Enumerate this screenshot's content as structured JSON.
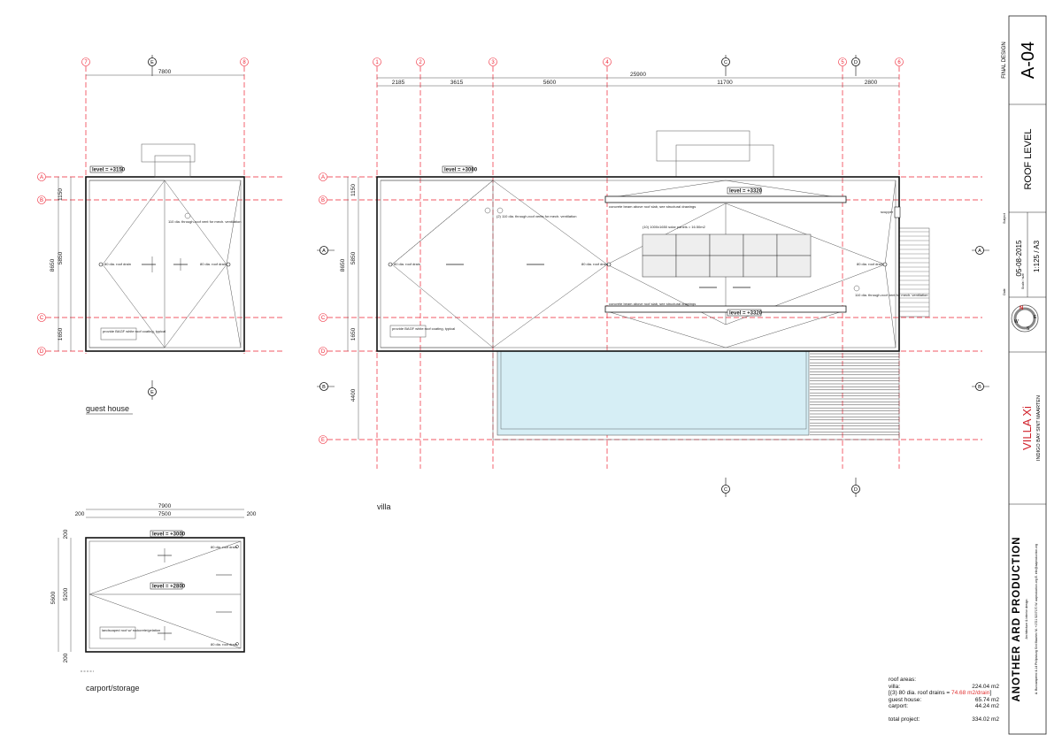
{
  "sheet": {
    "stage": "FINAL DESIGN",
    "number": "A-04",
    "title": "ROOF LEVEL",
    "subject_label": "Subject",
    "date_label": "Date",
    "scale_label": "Scale / size",
    "date": "05-08-2015",
    "scale": "1:125 / A3",
    "project": "VILLA Xi",
    "location": "INDIGO BAY SINT MAARTEN",
    "firm": "ANOTHER ARD PRODUCTION",
    "firm_sub": "Architecture & interior design",
    "firm_address": "A. Buncamperrd 4-14 Philipsburg Sint Maarten M. +1721 5207170 W. aaproduction.org E. info@aaproduction.org"
  },
  "compass": {
    "n": "N",
    "e": "E",
    "s": "S",
    "w": "W"
  },
  "views": {
    "guest": {
      "label": "guest house",
      "level": "level = +3150",
      "grid_top": [
        "7",
        "E",
        "8"
      ],
      "grid_side": [
        "A",
        "B",
        "C",
        "D"
      ],
      "grid_bottom": "E",
      "overall_dim": "7800",
      "side_dims": [
        "1150",
        "5850",
        "1650"
      ],
      "side_total": "8650",
      "drain_left": "80 dia. roof drain",
      "drain_right": "80 dia. roof drain",
      "vent": "110 dia. through-roof vent for mech. ventilation",
      "note": "provide BAGF white roof coating, typical"
    },
    "villa": {
      "label": "villa",
      "level": "level = +3000",
      "level_upper": "level = +3320",
      "level_lower": "level = +3320",
      "grid_top": [
        "1",
        "2",
        "3",
        "4",
        "C",
        "5",
        "D",
        "6"
      ],
      "grid_side": [
        "A",
        "B",
        "C",
        "D",
        "E"
      ],
      "grid_bottom": [
        "C",
        "D"
      ],
      "overall_dim": "25900",
      "top_dims": [
        "2185",
        "3615",
        "5600",
        "11700",
        "2800"
      ],
      "side_dims": [
        "1150",
        "5850",
        "1650",
        "4400"
      ],
      "side_total": "8650",
      "drain_1": "80 dia. roof drain",
      "drain_2": "80 dia. roof drain",
      "drain_3": "80 dia. roof drain",
      "vent_left": "(2) 110 dia. through-roof vents for mech. ventilation",
      "vent_right": "110 dia. through-roof vent for mech. ventilation",
      "beam_upper": "concrete beam above roof slab, see structural drawings",
      "beam_lower": "concrete beam above roof slab, see structural drawings",
      "solar": "(10) 1000x1650 solar panels = 16.50m2",
      "scupper": "scupper",
      "note": "provide BAGF white roof coating, typical"
    },
    "carport": {
      "label": "carport/storage",
      "level": "level = +3000",
      "level_mid": "level = +2800",
      "overall_dim": "7900",
      "inner_dim": "7500",
      "edge_dims": [
        "200",
        "200"
      ],
      "side_dims": [
        "200",
        "5200",
        "200"
      ],
      "side_total": "5600",
      "drain_top": "80 dia. roof drain",
      "drain_bottom": "80 dia. roof drain",
      "note": "landscaped roof w/ rockcrete/gelation"
    }
  },
  "roof_areas": {
    "heading": "roof areas:",
    "rows": [
      {
        "label": "villa:",
        "value": "224.04 m2"
      },
      {
        "label": "[(3) 80 dia. roof drains = ",
        "highlight": "74.68 m2/drain",
        "tail": "]",
        "value": ""
      },
      {
        "label": "guest house:",
        "value": "65.74 m2"
      },
      {
        "label": "carport:",
        "value": "44.24 m2"
      }
    ],
    "total_label": "total project:",
    "total_value": "334.02 m2"
  }
}
